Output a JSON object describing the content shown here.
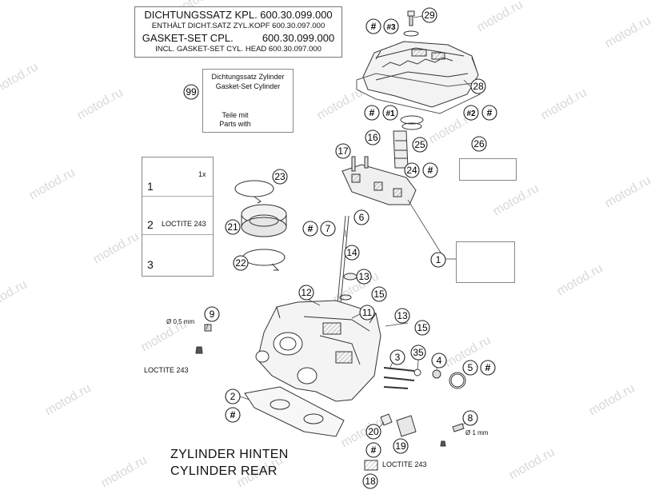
{
  "header": {
    "line1": "DICHTUNGSSATZ KPL. 600.30.099.000",
    "line2": "ENTHÄLT DICHT.SATZ ZYL.KOPF 600.30.097.000",
    "line3": "GASKET-SET CPL.          600.30.099.000",
    "line4": "INCL. GASKET-SET CYL. HEAD 600.30.097.000"
  },
  "gasket_set_box": {
    "badge": "99",
    "line1": "Dichtungssatz Zylinder",
    "line2": "Gasket-Set Cylinder",
    "line3": "Teile mit",
    "line4": "Parts with",
    "marker": "#"
  },
  "left_panel": {
    "step1": "1",
    "step2": "2",
    "step3": "3",
    "count_label": "1x",
    "loctite": "LOCTITE 243"
  },
  "title": {
    "line1": "ZYLINDER HINTEN",
    "line2": "CYLINDER REAR"
  },
  "annotations": {
    "dia_05": "Ø 0,5 mm",
    "dia_1": "Ø 1 mm",
    "loctite_left": "LOCTITE 243",
    "loctite_bottom": "LOCTITE 243"
  },
  "callouts": [
    {
      "id": "c29",
      "label": "29"
    },
    {
      "id": "c-hash-top",
      "label": "#"
    },
    {
      "id": "c-h3-top",
      "label": "#3"
    },
    {
      "id": "c28",
      "label": "28"
    },
    {
      "id": "c-hash-mid",
      "label": "#"
    },
    {
      "id": "c-h1-mid",
      "label": "#1"
    },
    {
      "id": "c-h2-right",
      "label": "#2"
    },
    {
      "id": "c-hash-right",
      "label": "#"
    },
    {
      "id": "c16",
      "label": "16"
    },
    {
      "id": "c25",
      "label": "25"
    },
    {
      "id": "c26",
      "label": "26"
    },
    {
      "id": "c17",
      "label": "17"
    },
    {
      "id": "c24",
      "label": "24"
    },
    {
      "id": "c-hash-24",
      "label": "#"
    },
    {
      "id": "c23",
      "label": "23"
    },
    {
      "id": "c6",
      "label": "6"
    },
    {
      "id": "c-hash-7",
      "label": "#"
    },
    {
      "id": "c7",
      "label": "7"
    },
    {
      "id": "c21",
      "label": "21"
    },
    {
      "id": "c14",
      "label": "14"
    },
    {
      "id": "c1",
      "label": "1"
    },
    {
      "id": "c22",
      "label": "22"
    },
    {
      "id": "c13a",
      "label": "13"
    },
    {
      "id": "c12",
      "label": "12"
    },
    {
      "id": "c15a",
      "label": "15"
    },
    {
      "id": "c11",
      "label": "11"
    },
    {
      "id": "c13b",
      "label": "13"
    },
    {
      "id": "c9",
      "label": "9"
    },
    {
      "id": "c15b",
      "label": "15"
    },
    {
      "id": "c3",
      "label": "3"
    },
    {
      "id": "c35",
      "label": "35"
    },
    {
      "id": "c4",
      "label": "4"
    },
    {
      "id": "c5",
      "label": "5"
    },
    {
      "id": "c-hash-5",
      "label": "#"
    },
    {
      "id": "c2",
      "label": "2"
    },
    {
      "id": "c-hash-2",
      "label": "#"
    },
    {
      "id": "c8",
      "label": "8"
    },
    {
      "id": "c20",
      "label": "20"
    },
    {
      "id": "c-hash-20",
      "label": "#"
    },
    {
      "id": "c19",
      "label": "19"
    },
    {
      "id": "c18b",
      "label": "18"
    }
  ],
  "group_hash": [
    "#1",
    "#2",
    "#3"
  ],
  "group_parts": [
    "3",
    "11",
    "12",
    "16",
    "17",
    "18"
  ],
  "watermark": "motod.ru"
}
